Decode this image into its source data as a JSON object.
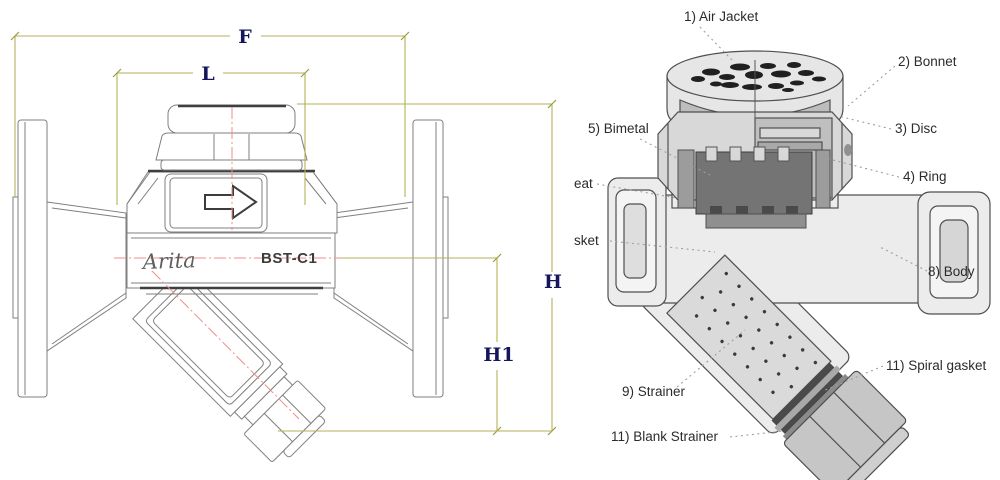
{
  "left": {
    "dims": {
      "f": "F",
      "l": "L",
      "h": "H",
      "h1": "H1"
    },
    "brand": "Arita",
    "model": "BST-C1",
    "colors": {
      "dimension_line": "#b3b259",
      "dimension_label": "#15155d",
      "centerline": "#f28c8c",
      "outline": "#7f7f7f"
    }
  },
  "right": {
    "callouts": {
      "air_jacket": "1) Air Jacket",
      "bonnet": "2) Bonnet",
      "disc": "3) Disc",
      "ring": "4) Ring",
      "bimetal": "5) Bimetal",
      "seat_partial": "eat",
      "gasket_partial": "sket",
      "body": "8) Body",
      "strainer": "9) Strainer",
      "spiral_gasket": "11) Spiral gasket",
      "blank_strainer": "11) Blank Strainer"
    },
    "colors": {
      "label_text": "#2b2b2b",
      "leader_line": "#9f9f9f"
    }
  }
}
